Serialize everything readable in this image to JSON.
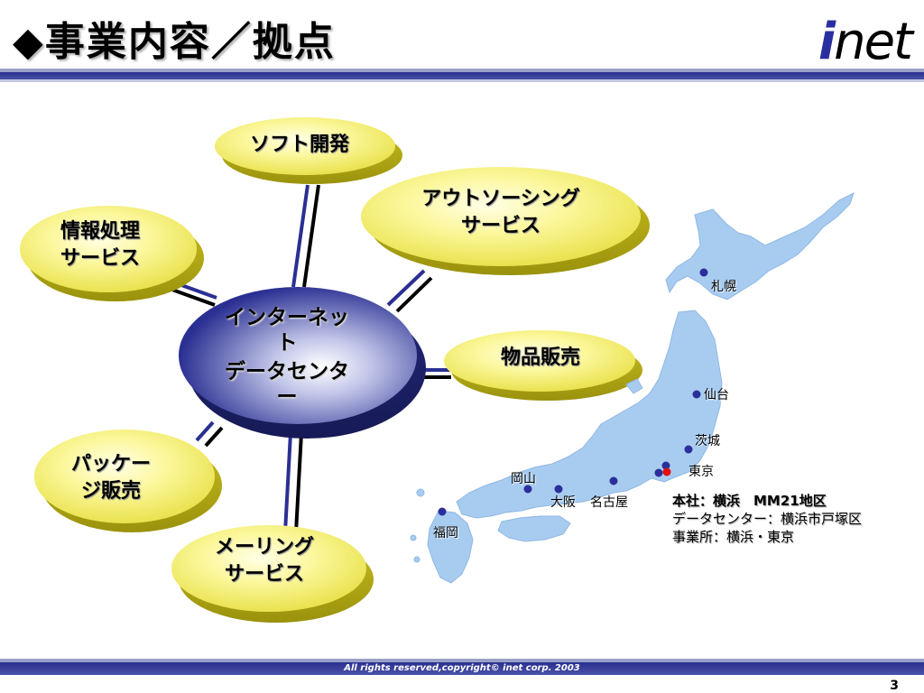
{
  "header": {
    "title": "◆事業内容／拠点",
    "logo_text": "net",
    "logo_i": "i"
  },
  "diagram": {
    "center": {
      "line1": "インターネット",
      "line2": "データセンター"
    },
    "nodes": [
      {
        "label": "ソフト開発"
      },
      {
        "line1": "アウトソーシング",
        "line2": "サービス"
      },
      {
        "line1": "情報処理",
        "line2": "サービス"
      },
      {
        "label": "物品販売"
      },
      {
        "line1": "パッケー",
        "line2": "ジ販売"
      },
      {
        "line1": "メーリング",
        "line2": "サービス"
      }
    ]
  },
  "map": {
    "cities": [
      {
        "name": "札幌"
      },
      {
        "name": "仙台"
      },
      {
        "name": "茨城"
      },
      {
        "name": "東京"
      },
      {
        "name": "岡山"
      },
      {
        "name": "大阪"
      },
      {
        "name": "名古屋"
      },
      {
        "name": "福岡"
      }
    ],
    "info": {
      "line1": "本社：横浜　MM21地区",
      "line2": "データセンター：横浜市戸塚区",
      "line3": "事業所：横浜・東京"
    },
    "colors": {
      "land": "#a8ccf0",
      "dot": "#2a2f9a",
      "hq_dot": "#e01010"
    }
  },
  "footer": {
    "copyright": "All rights reserved,copyright©  inet corp. 2003",
    "page_number": "3"
  }
}
